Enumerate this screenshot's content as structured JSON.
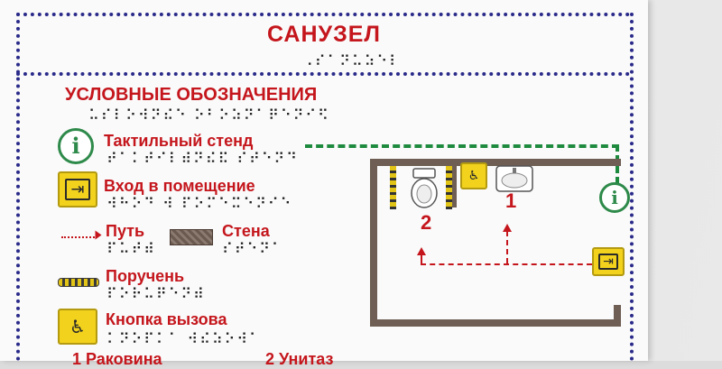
{
  "sign": {
    "title": "САНУЗЕЛ",
    "title_braille": "⠠⠎⠁⠝⠥⠵⠑⠇",
    "legend_heading": "УСЛОВНЫЕ ОБОЗНАЧЕНИЯ",
    "legend_heading_braille": "⠥⠎⠇⠕⠺⠝⠮⠑ ⠕⠃⠕⠵⠝⠁⠟⠑⠝⠊⠫",
    "legend": [
      {
        "label": "Тактильный стенд",
        "braille": "⠞⠁⠅⠞⠊⠇⠾⠝⠮⠯ ⠎⠞⠑⠝⠙",
        "icon": "info-icon"
      },
      {
        "label": "Вход в помещение",
        "braille": "⠺⠓⠕⠙ ⠺ ⠏⠕⠍⠑⠭⠑⠝⠊⠑",
        "icon": "entrance-icon"
      },
      {
        "label": "Путь",
        "braille": "⠏⠥⠞⠾",
        "icon": "path-line"
      },
      {
        "label": "Стена",
        "braille": "⠎⠞⠑⠝⠁",
        "icon": "wall-swatch"
      },
      {
        "label": "Поручень",
        "braille": "⠏⠕⠗⠥⠟⠑⠝⠾",
        "icon": "handrail-icon"
      },
      {
        "label": "Кнопка вызова",
        "braille": "⠅⠝⠕⠏⠅⠁ ⠺⠮⠵⠕⠺⠁",
        "icon": "call-button-icon"
      }
    ],
    "info_glyph": "i",
    "entrance_glyph": "⇥",
    "call_glyph": "♿",
    "fixtures": {
      "one": "1",
      "two": "2"
    },
    "bottom_left": "1 Раковина",
    "bottom_right": "2 Унитаз",
    "colors": {
      "red": "#c4161c",
      "green": "#1e8a3e",
      "yellow": "#f2d21c",
      "navy": "#2a2a8a"
    }
  }
}
